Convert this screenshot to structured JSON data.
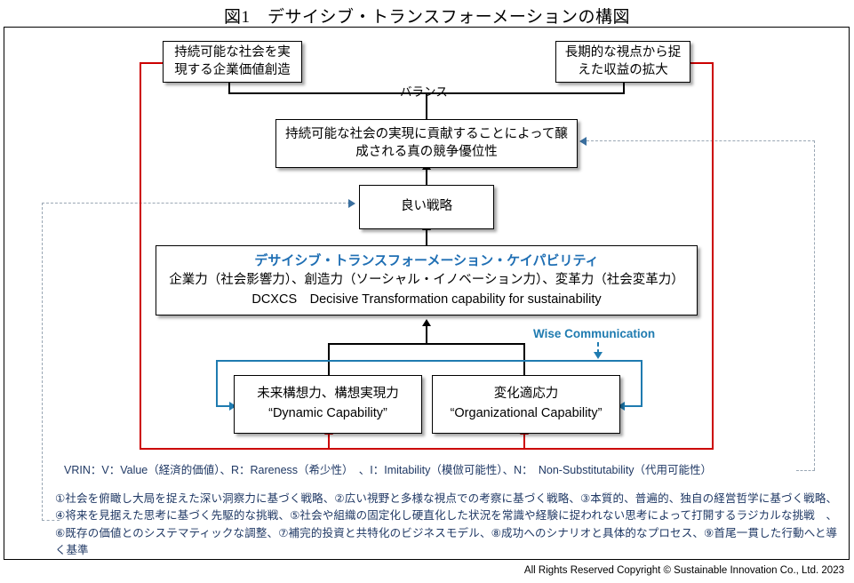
{
  "title": "図1　デサイシブ・トランスフォーメーションの構図",
  "boxes": {
    "value_creation": "持続可能な社会を実現する企業価値創造",
    "profit_expansion": "長期的な視点から捉えた収益の拡大",
    "competitive_advantage": "持続可能な社会の実現に貢献することによって醸成される真の競争優位性",
    "good_strategy": "良い戦略",
    "capability_title": "デサイシブ・トランスフォーメーション・ケイパビリティ",
    "capability_jp": "企業力（社会影響力）、創造力（ソーシャル・イノベーション力）、変革力（社会変革力）",
    "capability_en": "DCXCS　Decisive Transformation capability for sustainability",
    "dynamic_capability_jp": "未来構想力、構想実現力",
    "dynamic_capability_en": "“Dynamic Capability”",
    "organizational_capability_jp": "変化適応力",
    "organizational_capability_en": "“Organizational Capability”"
  },
  "labels": {
    "balance": "バランス",
    "wise_communication": "Wise Communication"
  },
  "footnotes": {
    "vrin": "VRIN：V：Value（経済的価値）、R：Rareness（希少性）　、I：Imitability（模倣可能性）、N：　Non-Substitutability（代用可能性）",
    "notes": "①社会を俯瞰し大局を捉えた深い洞察力に基づく戦略、②広い視野と多様な視点での考察に基づく戦略、③本質的、普遍的、独自の経営哲学に基づく戦略、④将来を見据えた思考に基づく先駆的な挑戦、⑤社会や組織の固定化し硬直化した状況を常識や経験に捉われない思考によって打開するラジカルな挑戦　、⑥既存の価値とのシステマティックな調整、⑦補完的投資と共特化のビジネスモデル、⑧成功へのシナリオと具体的なプロセス、⑨首尾一貫した行動へと導く基準"
  },
  "copyright": "All Rights Reserved Copyright © Sustainable Innovation Co., Ltd. 2023",
  "colors": {
    "accent_blue": "#1f7bb0",
    "red_path": "#cc0000",
    "dashed_gray": "#9aa7b4",
    "note_text": "#1f3864"
  }
}
